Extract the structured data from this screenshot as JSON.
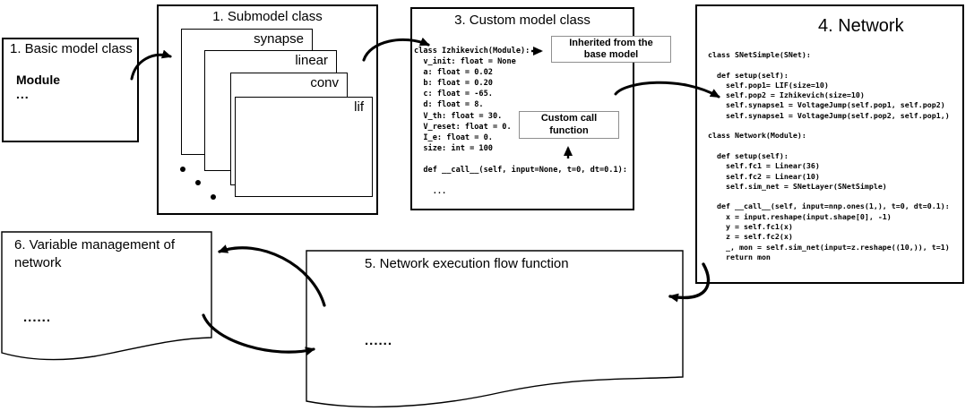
{
  "boxes": {
    "basic_model": {
      "title": "1. Basic model class",
      "body_line1": "Module",
      "body_line2": "..."
    },
    "submodel": {
      "title": "1. Submodel  class",
      "cards": [
        "synapse",
        "linear",
        "conv",
        "lif"
      ]
    },
    "custom_model": {
      "title": "3. Custom model class",
      "code": "class Izhikevich(Module):\n  v_init: float = None\n  a: float = 0.02\n  b: float = 0.20\n  c: float = -65.\n  d: float = 8.\n  V_th: float = 30.\n  V_reset: float = 0.\n  I_e: float = 0.\n  size: int = 100\n\n  def __call__(self, input=None, t=0, dt=0.1):\n\n    ...",
      "inherited_label": "Inherited  from the\nbase model",
      "custom_call_label": "Custom call\nfunction"
    },
    "network": {
      "title": "4. Network",
      "code": "class SNetSimple(SNet):\n\n  def setup(self):\n    self.pop1= LIF(size=10)\n    self.pop2 = Izhikevich(size=10)\n    self.synapse1 = VoltageJump(self.pop1, self.pop2)\n    self.synapse1 = VoltageJump(self.pop2, self.pop1,)\n\nclass Network(Module):\n\n  def setup(self):\n    self.fc1 = Linear(36)\n    self.fc2 = Linear(10)\n    self.sim_net = SNetLayer(SNetSimple)\n\n  def __call__(self, input=nnp.ones(1,), t=0, dt=0.1):\n    x = input.reshape(input.shape[0], -1)\n    y = self.fc1(x)\n    z = self.fc2(x)\n    _, mon = self.sim_net(input=z.reshape((10,)), t=1)\n    return mon"
    },
    "exec_flow": {
      "title": "5. Network  execution flow function",
      "ellipsis": "......"
    },
    "var_mgmt": {
      "title": "6. Variable management of network",
      "ellipsis": "......"
    }
  },
  "colors": {
    "line": "#000000",
    "callout_border": "#8f8f8f",
    "background": "#ffffff"
  }
}
